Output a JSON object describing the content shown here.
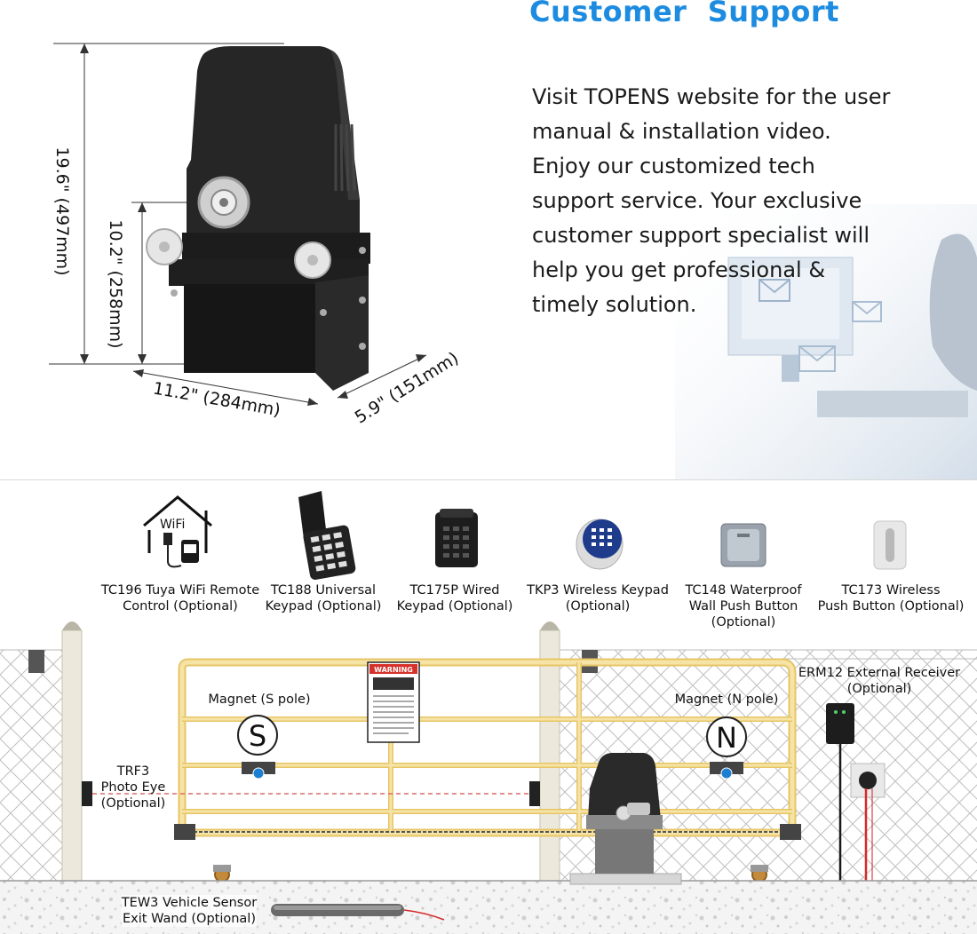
{
  "support": {
    "title": "Customer  Support",
    "lines": [
      "Visit TOPENS website for the user",
      "manual & installation video.",
      "Enjoy our customized tech",
      "support service. Your exclusive",
      "customer support specialist will",
      "help you get professional &",
      "timely solution."
    ]
  },
  "dimensions": {
    "height_total": "19.6\" (497mm)",
    "height_gear": "10.2\" (258mm)",
    "width": "11.2\" (284mm)",
    "depth": "5.9\" (151mm)"
  },
  "accessories": [
    {
      "line1": "TC196 Tuya WiFi Remote",
      "line2": "Control (Optional)"
    },
    {
      "line1": "TC188 Universal",
      "line2": "Keypad (Optional)"
    },
    {
      "line1": "TC175P Wired",
      "line2": "Keypad (Optional)"
    },
    {
      "line1": "TKP3 Wireless Keypad",
      "line2": "(Optional)"
    },
    {
      "line1": "TC148 Waterproof",
      "line2": "Wall Push Button",
      "line3": "(Optional)"
    },
    {
      "line1": "TC173 Wireless",
      "line2": "Push Button (Optional)"
    }
  ],
  "wifi_icon_text": "WiFi",
  "diagram": {
    "magnet_s": "Magnet (S pole)",
    "magnet_n": "Magnet (N pole)",
    "s_letter": "S",
    "n_letter": "N",
    "receiver_line1": "ERM12 External Receiver",
    "receiver_line2": "(Optional)",
    "photo_line1": "TRF3",
    "photo_line2": "Photo Eye",
    "photo_line3": "(Optional)",
    "wand_line1": "TEW3 Vehicle Sensor",
    "wand_line2": "Exit Wand (Optional)",
    "warning_title": "WARNING"
  },
  "colors": {
    "accent": "#1d8ce0",
    "gate": "#f2d98a",
    "gate_stroke": "#c9a955",
    "wire_red": "#d42a2a",
    "motor_body": "#262626"
  }
}
